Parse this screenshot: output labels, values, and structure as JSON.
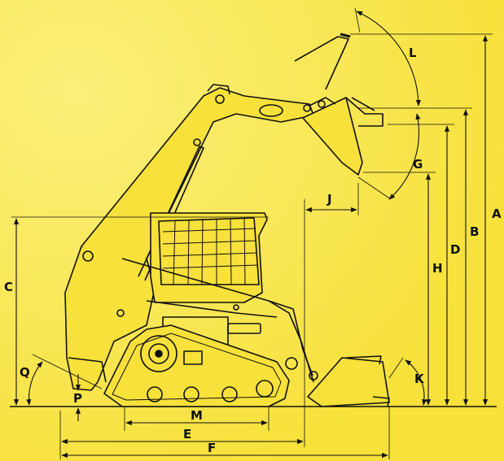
{
  "figure": {
    "background_color": "#f7e13a",
    "highlight_color": "#fbef7a",
    "ink_color": "#111111",
    "subject": "compact track loader dimension drawing"
  },
  "dimension_labels": {
    "A": "A",
    "B": "B",
    "C": "C",
    "D": "D",
    "E": "E",
    "F": "F",
    "G": "G",
    "H": "H",
    "J": "J",
    "K": "K",
    "L": "L",
    "M": "M",
    "P": "P",
    "Q": "Q"
  }
}
